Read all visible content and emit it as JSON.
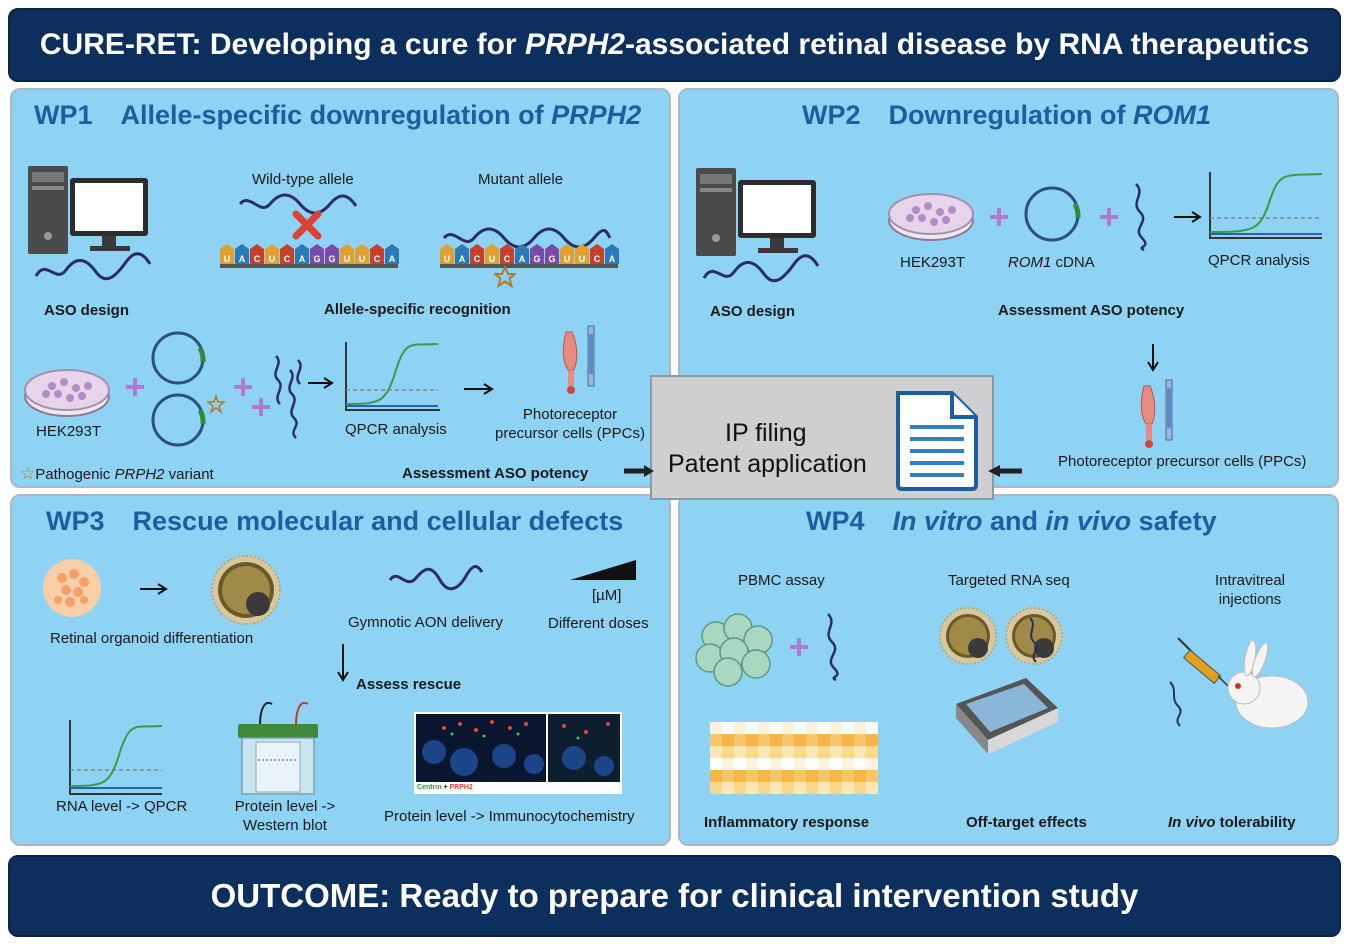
{
  "header": {
    "title_prefix": "CURE-RET: Developing a cure for ",
    "title_gene": "PRPH2",
    "title_suffix": "-associated retinal disease by RNA therapeutics"
  },
  "wp1": {
    "num": "WP1",
    "title_prefix": "Allele-specific downregulation of ",
    "title_gene": "PRPH2",
    "aso_design": "ASO design",
    "wild_type": "Wild-type allele",
    "mutant": "Mutant allele",
    "recognition": "Allele-specific recognition",
    "hek": "HEK293T",
    "qpcr": "QPCR analysis",
    "ppc_line1": "Photoreceptor",
    "ppc_line2": "precursor cells (PPCs)",
    "variant_prefix": "Pathogenic ",
    "variant_gene": "PRPH2",
    "variant_suffix": " variant",
    "potency": "Assessment ASO potency",
    "sequence": [
      "U",
      "A",
      "C",
      "U",
      "C",
      "A",
      "G",
      "G",
      "U",
      "U",
      "C",
      "A"
    ]
  },
  "wp2": {
    "num": "WP2",
    "title_prefix": "Downregulation of ",
    "title_gene": "ROM1",
    "aso_design": "ASO design",
    "hek": "HEK293T",
    "rom1_gene": "ROM1",
    "rom1_suffix": " cDNA",
    "qpcr": "QPCR analysis",
    "potency": "Assessment ASO potency",
    "ppc": "Photoreceptor precursor cells (PPCs)"
  },
  "ip": {
    "line1": "IP filing",
    "line2": "Patent application"
  },
  "wp3": {
    "num": "WP3",
    "title": "Rescue molecular and cellular defects",
    "organoid": "Retinal organoid differentiation",
    "gymnotic": "Gymnotic AON delivery",
    "dose_unit": "[µM]",
    "doses": "Different doses",
    "assess": "Assess rescue",
    "rna_level": "RNA level -> QPCR",
    "protein_line1": "Protein level ->",
    "protein_line2": "Western blot",
    "icc": "Protein level -> Immunocytochemistry",
    "stain_a": "Centrin",
    "stain_plus": " + ",
    "stain_b": "PRPH2"
  },
  "wp4": {
    "num": "WP4",
    "title_a": "In vitro",
    "title_and": " and ",
    "title_b": "in vivo",
    "title_c": " safety",
    "pbmc": "PBMC assay",
    "rnaseq": "Targeted RNA seq",
    "intra_line1": "Intravitreal",
    "intra_line2": "injections",
    "inflammatory": "Inflammatory response",
    "offtarget": "Off-target effects",
    "tol_italic": "In vivo",
    "tol_suffix": " tolerability"
  },
  "footer": {
    "outcome": "OUTCOME: Ready to prepare for clinical intervention study"
  },
  "colors": {
    "banner": "#0d2f5e",
    "panel": "#8fd3f4",
    "title": "#1c5fa0",
    "ip_box": "#cfcfcf"
  }
}
